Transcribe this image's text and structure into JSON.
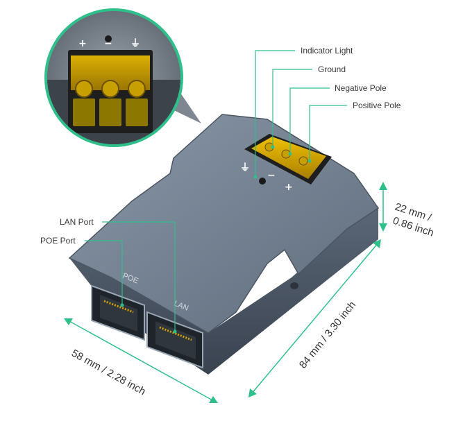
{
  "callouts": {
    "indicator_light": "Indicator Light",
    "ground": "Ground",
    "negative_pole": "Negative Pole",
    "positive_pole": "Positive Pole",
    "lan_port": "LAN Port",
    "poe_port": "POE Port"
  },
  "dimensions": {
    "height": [
      "22 mm /",
      "0.86 inch"
    ],
    "length": "84 mm / 3.30 inch",
    "width": "58 mm / 2.28 inch"
  },
  "device": {
    "poe_label": "POE",
    "lan_label": "LAN"
  },
  "terminal_symbols": {
    "plus": "+",
    "minus": "−",
    "ground": "⏚"
  },
  "colors": {
    "accent": "#2fbf8a",
    "body": "#6f7d8e",
    "terminal": "#d4a300"
  }
}
